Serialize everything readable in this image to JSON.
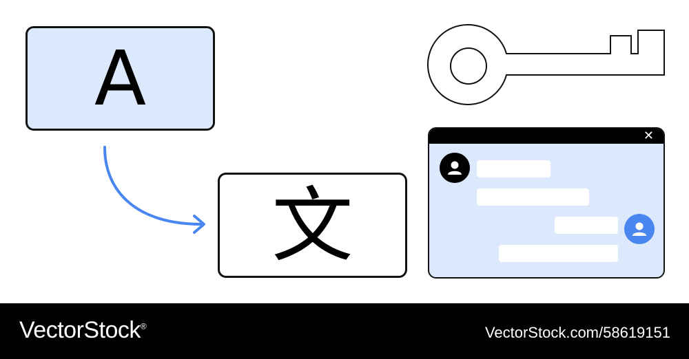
{
  "source_box": {
    "glyph": "A"
  },
  "target_box": {
    "glyph": "文"
  },
  "chat_window": {
    "close_glyph": "✕",
    "messages": [
      {
        "sender": "left",
        "kind": "received"
      },
      {
        "sender": "left",
        "kind": "received"
      },
      {
        "sender": "right",
        "kind": "sent"
      },
      {
        "sender": "right",
        "kind": "sent"
      }
    ]
  },
  "icons": {
    "arrow": "curved-arrow-icon",
    "key": "key-icon",
    "avatar_left": "user-avatar-icon",
    "avatar_right": "user-avatar-icon"
  },
  "colors": {
    "accent_blue": "#4a86f0",
    "box_fill": "#dce8fb",
    "outline": "#111111"
  },
  "footer": {
    "brand": "VectorStock",
    "brand_mark": "®",
    "stock_id": "VectorStock.com/58619151"
  }
}
